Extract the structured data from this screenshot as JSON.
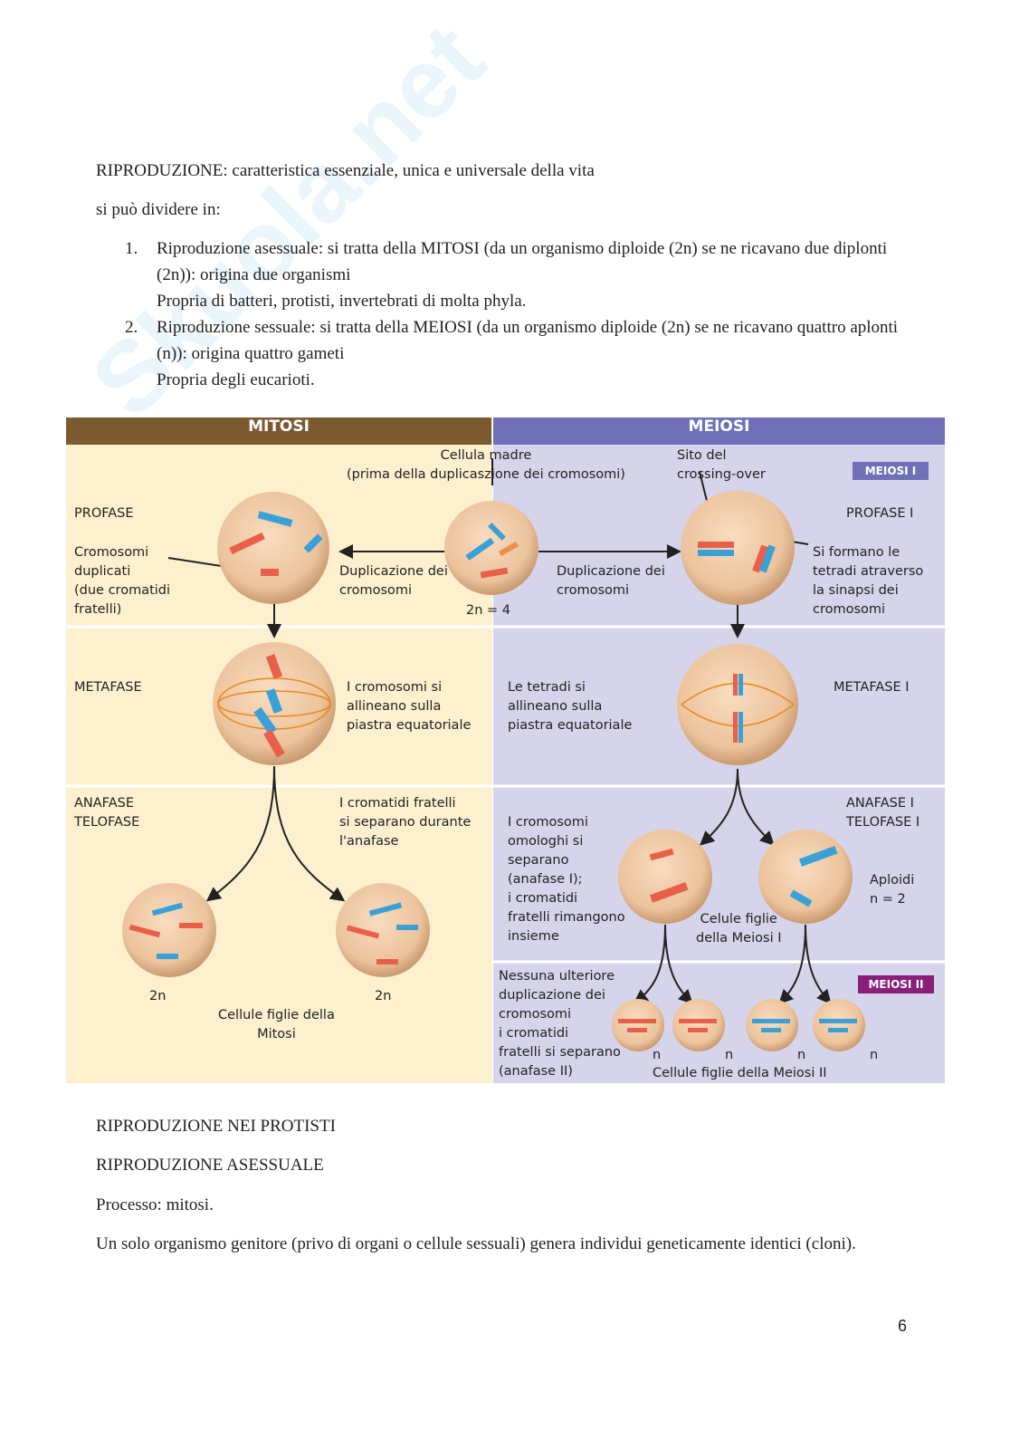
{
  "watermark": "Skuola.net",
  "intro": {
    "title_line": "RIPRODUZIONE: caratteristica essenziale, unica e universale della vita",
    "subtitle": "si può dividere in:",
    "items": [
      {
        "num": "1.",
        "lines": [
          "Riproduzione asessuale: si tratta della MITOSI (da un organismo diploide (2n) se ne ricavano due diplonti (2n)): origina due organismi",
          "Propria di batteri, protisti, invertebrati di molta phyla."
        ]
      },
      {
        "num": "2.",
        "lines": [
          "Riproduzione sessuale: si tratta della MEIOSI (da un organismo diploide (2n) se ne ricavano quattro aplonti (n)): origina quattro gameti",
          "Propria degli eucarioti."
        ]
      }
    ]
  },
  "diagram": {
    "colors": {
      "mitosi_header": "#7b5a30",
      "meiosi_header": "#7070b8",
      "mitosi_bg": "#fdf0cf",
      "meiosi_bg": "#d5d4ea",
      "meiosi1_tag": "#7070b8",
      "meiosi2_tag": "#8a1f7a"
    },
    "headers": {
      "mitosi": "MITOSI",
      "meiosi": "MEIOSI"
    },
    "tags": {
      "meiosi1": "MEIOSI I",
      "meiosi2": "MEIOSI II"
    },
    "labels": {
      "cellula_madre": "Cellula madre\n(prima della duplicaszione dei cromosomi)",
      "sito": "Sito del\ncrossing-over",
      "profase": "PROFASE",
      "profase1": "PROFASE   I",
      "cromosomi_duplicati": "Cromosomi\nduplicati\n(due cromatidi\nfratelli)",
      "dup_left": "Duplicazione dei\ncromosomi",
      "dup_right": "Duplicazione dei\ncromosomi",
      "two_n4": "2n = 4",
      "tetradi": "Si formano le\ntetradi atraverso\nla sinapsi dei\ncromosomi",
      "metafase": "METAFASE",
      "metafase_desc": "I cromosomi si\nallineano sulla\npiastra equatoriale",
      "tetradi_align": "Le tetradi si\nallineano sulla\npiastra equatoriale",
      "metafase1": "METAFASE   I",
      "anafase_telofase": "ANAFASE\nTELOFASE",
      "cromatidi_sep": "I cromatidi fratelli\nsi separano durante\nl'anafase",
      "omologhi": "I cromosomi\nomologhi si\nseparano\n(anafase I);\ni cromatidi\nfratelli rimangono\ninsieme",
      "anafase1": "ANAFASE   I\nTELOFASE I",
      "aploidi": "Aploidi\nn = 2",
      "celule_figlie1": "Celule figlie\ndella Meiosi I",
      "two_n_a": "2n",
      "two_n_b": "2n",
      "figlie_mitosi": "Cellule figlie della\nMitosi",
      "nessuna": "Nessuna ulteriore\nduplicazione dei\ncromosomi\ni cromatidi\nfratelli si separano\n(anafase II)",
      "n1": "n",
      "n2": "n",
      "n3": "n",
      "n4": "n",
      "figlie_meiosi2": "Cellule figlie della Meiosi II"
    }
  },
  "after": {
    "h1": "RIPRODUZIONE NEI PROTISTI",
    "h2": "RIPRODUZIONE ASESSUALE",
    "p1": "Processo: mitosi.",
    "p2": "Un solo organismo genitore (privo di organi o cellule sessuali) genera individui geneticamente identici (cloni)."
  },
  "page_number": "6"
}
